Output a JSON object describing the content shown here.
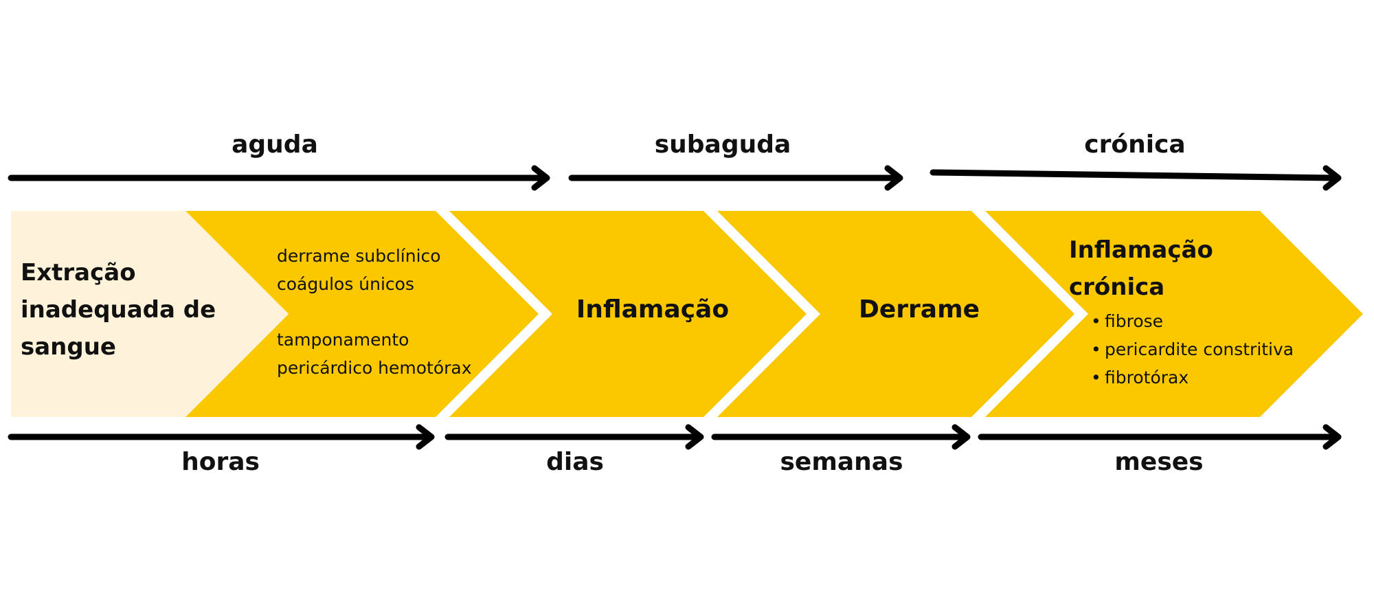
{
  "colors": {
    "accent": "#FBC800",
    "light": "#FEF3DA",
    "arrow": "#000000",
    "text": "#111111"
  },
  "phases": {
    "aguda": "aguda",
    "subaguda": "subaguda",
    "cronica": "crónica"
  },
  "time_scale": {
    "horas": "horas",
    "dias": "dias",
    "semanas": "semanas",
    "meses": "meses"
  },
  "stages": {
    "start": {
      "title_lines": [
        "Extração",
        "inadequada de",
        "sangue"
      ]
    },
    "acute": {
      "group1": [
        "derrame subclínico",
        "coágulos únicos"
      ],
      "group2": [
        "tamponamento",
        "pericárdico hemotórax"
      ]
    },
    "inflammation": {
      "title": "Inflamação"
    },
    "effusion": {
      "title": "Derrame"
    },
    "chronic": {
      "title_lines": [
        "Inflamação",
        "crónica"
      ],
      "bullets": [
        "fibrose",
        "pericardite constritiva",
        "fibrotórax"
      ]
    }
  }
}
